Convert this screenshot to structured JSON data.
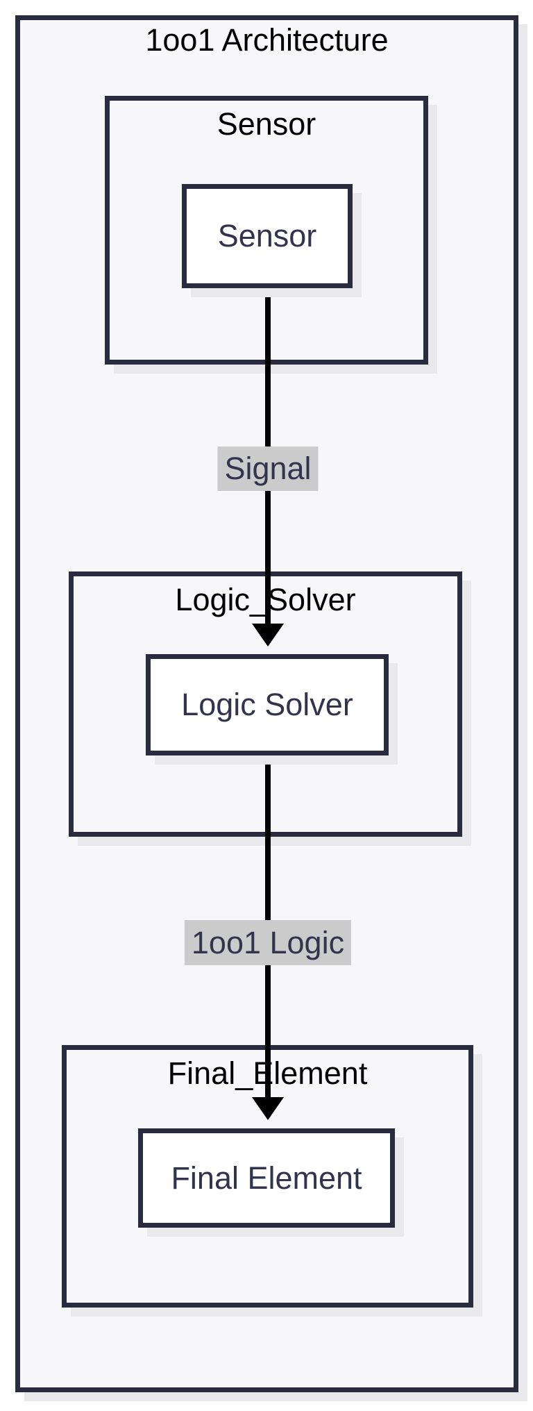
{
  "diagram": {
    "title": "1oo1 Architecture",
    "groups": [
      {
        "label": "Sensor",
        "node": "Sensor"
      },
      {
        "label": "Logic_Solver",
        "node": "Logic Solver"
      },
      {
        "label": "Final_Element",
        "node": "Final Element"
      }
    ],
    "edges": [
      {
        "label": "Signal",
        "from": "Sensor",
        "to": "Logic Solver"
      },
      {
        "label": "1oo1 Logic",
        "from": "Logic Solver",
        "to": "Final Element"
      }
    ],
    "colors": {
      "border": "#2b2b40",
      "node_text": "#33334d",
      "title_text": "#000000",
      "edge_label_bg": "#cbcbcb",
      "connector": "#000000",
      "container_fill": "#f7f7fa",
      "node_fill": "#ffffff",
      "shadow": "#e9e9eb",
      "page_bg": "#ffffff"
    }
  }
}
